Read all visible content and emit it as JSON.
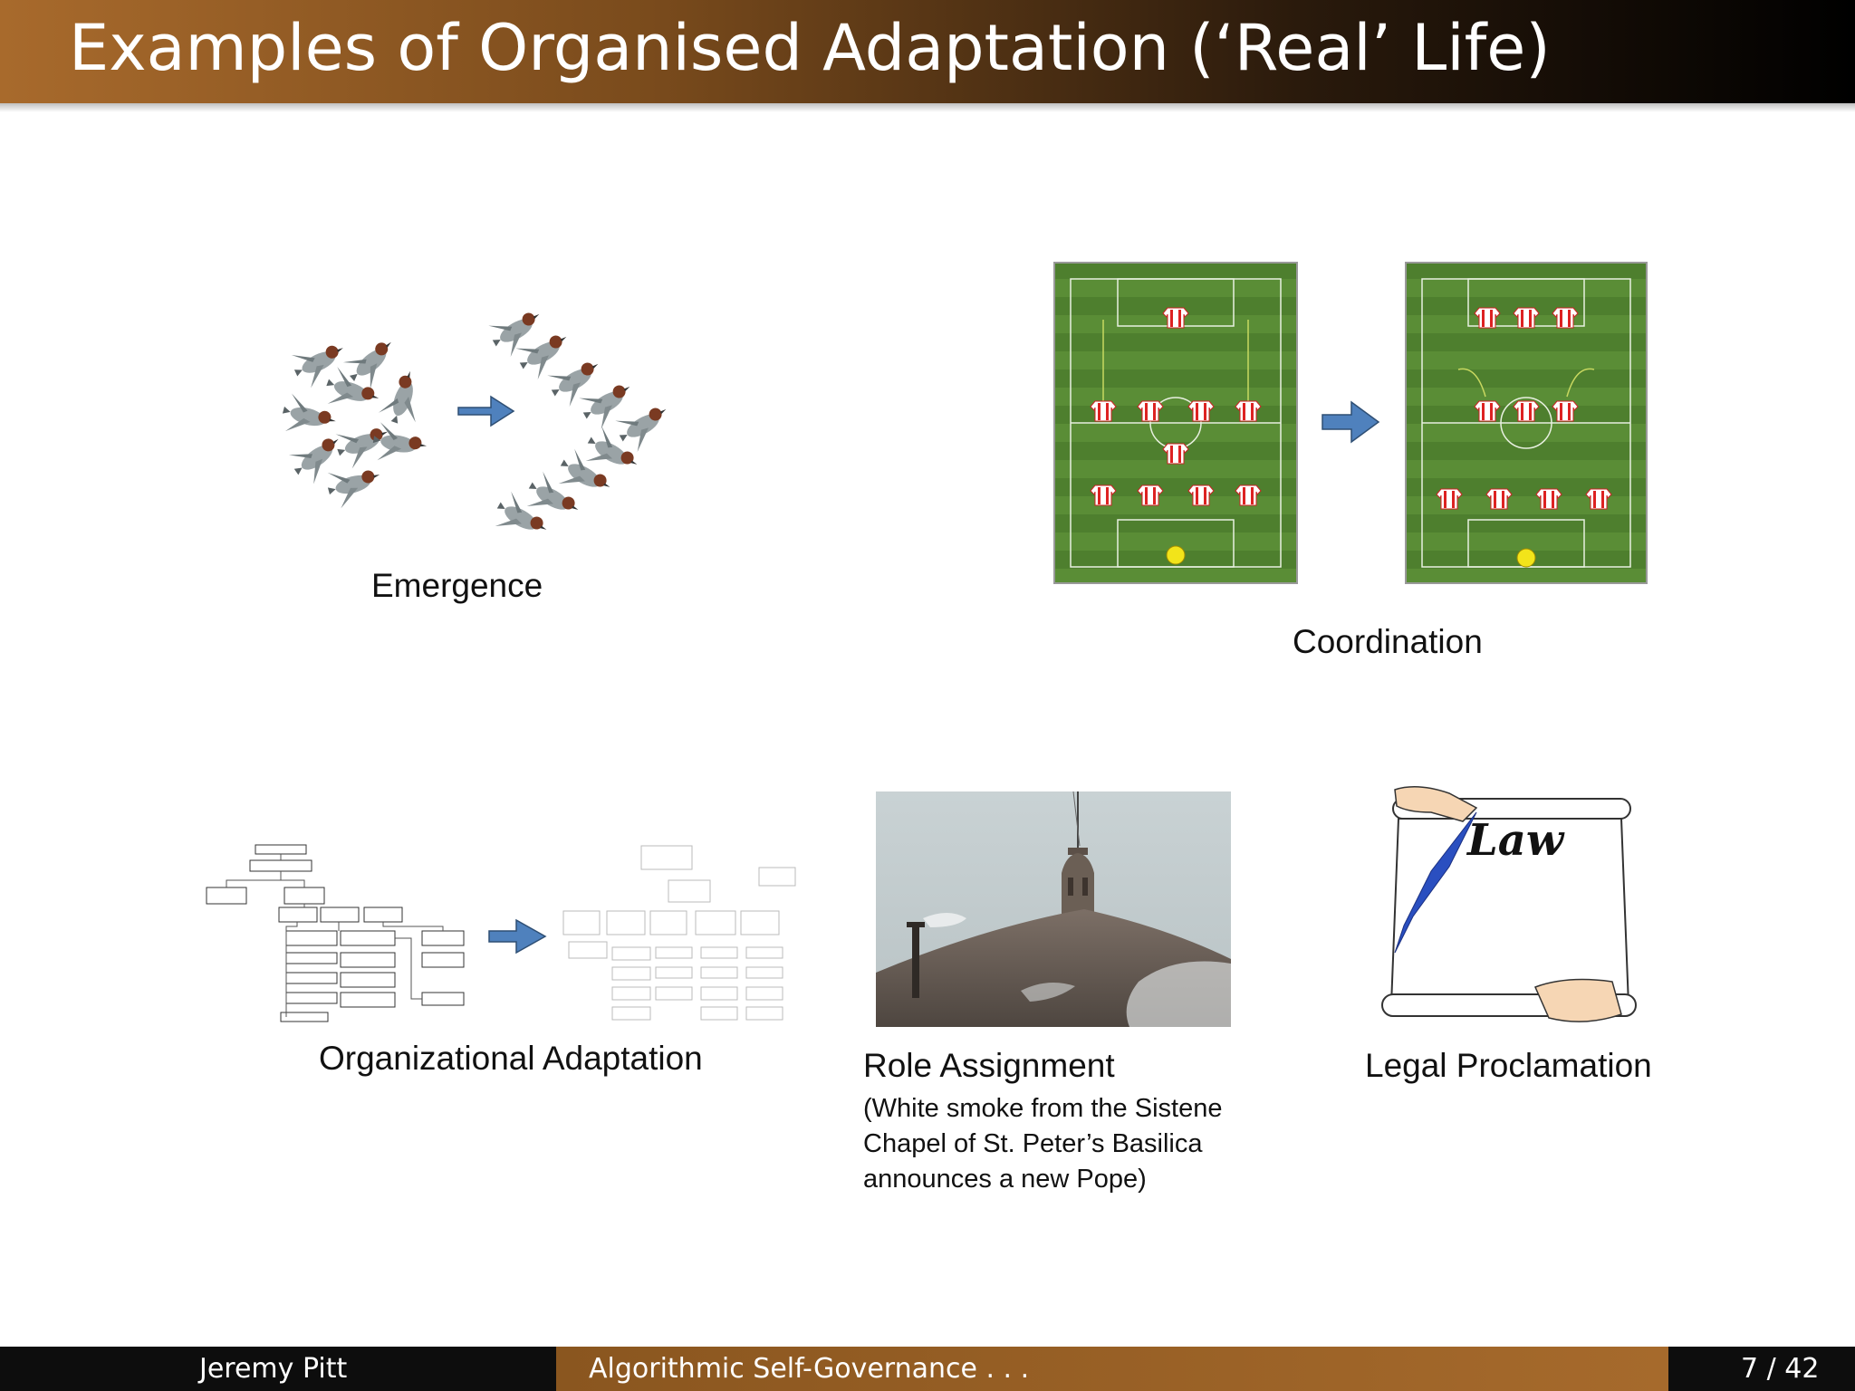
{
  "slide": {
    "title": "Examples of Organised Adaptation (‘Real’ Life)"
  },
  "panels": {
    "emergence": {
      "label": "Emergence"
    },
    "coordination": {
      "label": "Coordination"
    },
    "organizational_adaptation": {
      "label": "Organizational Adaptation"
    },
    "role_assignment": {
      "label": "Role Assignment",
      "caption_lines": [
        "(White smoke from the Sistene",
        "Chapel of St. Peter’s Basilica",
        "announces a new Pope)"
      ]
    },
    "legal_proclamation": {
      "label": "Legal Proclamation",
      "scroll_text": "Law"
    }
  },
  "footer": {
    "author": "Jeremy Pitt",
    "talk_title": "Algorithmic Self-Governance . . .",
    "page": "7 / 42"
  },
  "colors": {
    "arrow_fill": "#4f81bd",
    "pitch_green": "#4e7f2e",
    "title_gradient_start": "#a86a2c"
  }
}
